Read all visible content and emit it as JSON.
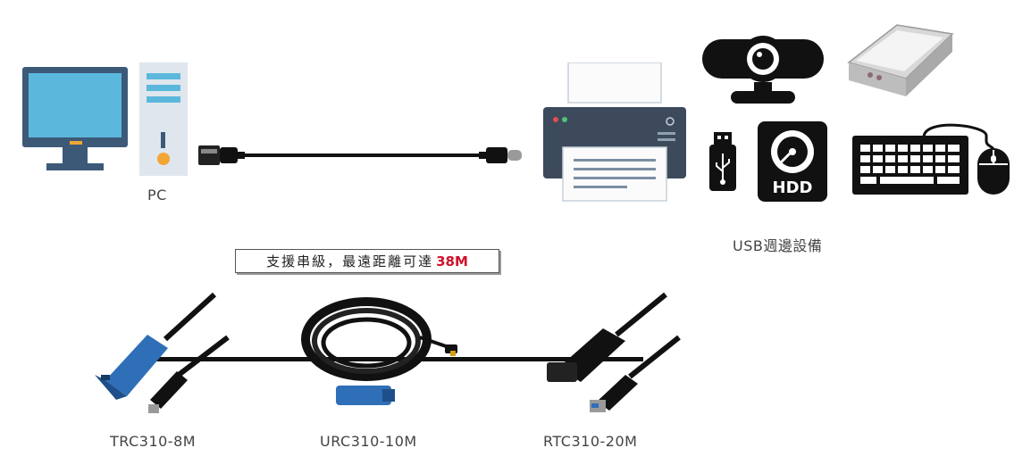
{
  "labels": {
    "pc": "PC",
    "usb_peripherals": "USB週邊設備",
    "trc": "TRC310-8M",
    "urc": "URC310-10M",
    "rtc": "RTC310-20M"
  },
  "banner": {
    "text": "支援串級，最遠距離可達",
    "highlight": "38M"
  },
  "icons": {
    "hdd_text": "HDD"
  },
  "colors": {
    "monitor_screen": "#5bb8dc",
    "monitor_body": "#3c5a78",
    "tower_body": "#dfe6ee",
    "tower_stripe": "#5bb8dc",
    "tower_button": "#f2a633",
    "printer_body": "#3c4a5c",
    "cable_blue": "#2f6fb8",
    "highlight_red": "#d0102a"
  }
}
